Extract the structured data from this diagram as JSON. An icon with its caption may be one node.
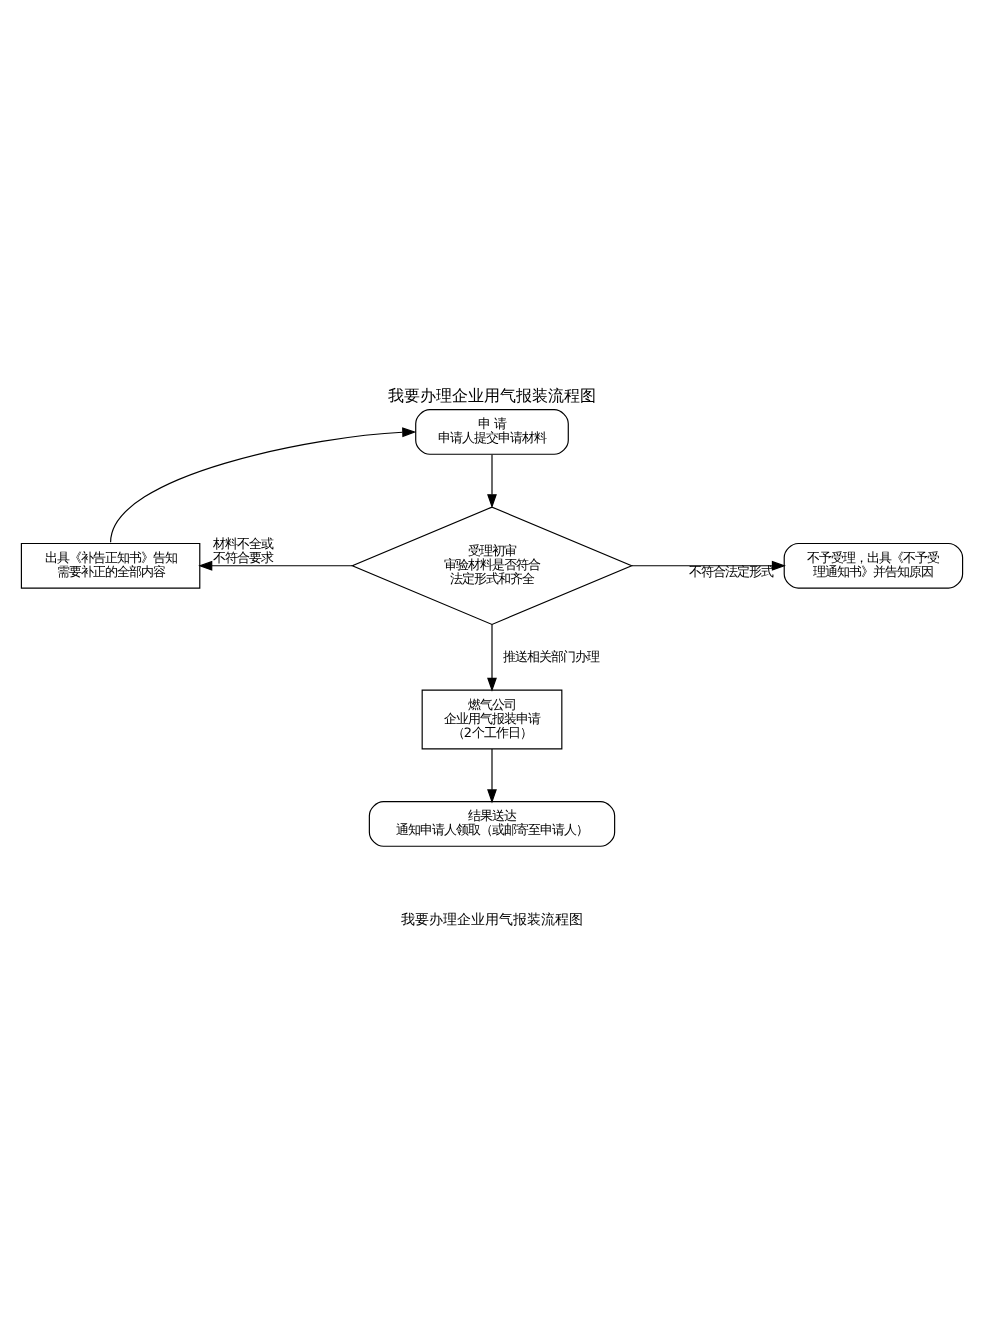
{
  "diagram": {
    "title": "我要办理企业用气报装流程图",
    "caption": "我要办理企业用气报装流程图",
    "nodes": [
      {
        "text": [
          "申 请",
          "申请人提交申请材料"
        ]
      },
      {
        "text": [
          "受理初审",
          "审验材料是否符合法定形式和齐全"
        ]
      },
      {
        "text": [
          "出具《补告正知书》告知需要补正的全部内容"
        ]
      },
      {
        "text": [
          "不予受理，出具《不予受理通知书》并告知原因"
        ]
      },
      {
        "text": [
          "燃气公司",
          "企业用气报装申请",
          "（2个工作日）"
        ]
      },
      {
        "text": [
          "结果送达",
          "通知申请人领取（或邮寄至申请人）"
        ]
      }
    ],
    "edges": [
      {
        "from": 0,
        "to": 1,
        "arrow": "to"
      },
      {
        "from": 1,
        "to": 2,
        "arrow": "to",
        "label": "材料不全或不符合要求"
      },
      {
        "from": 1,
        "to": 3,
        "arrow": "to",
        "label": "不符合法定形式"
      },
      {
        "from": 1,
        "to": 4,
        "arrow": "to",
        "label": "推送相关部门办理"
      },
      {
        "from": 4,
        "to": 5,
        "arrow": "to"
      },
      {
        "from": 2,
        "to": 0,
        "arrow": "to"
      }
    ]
  }
}
